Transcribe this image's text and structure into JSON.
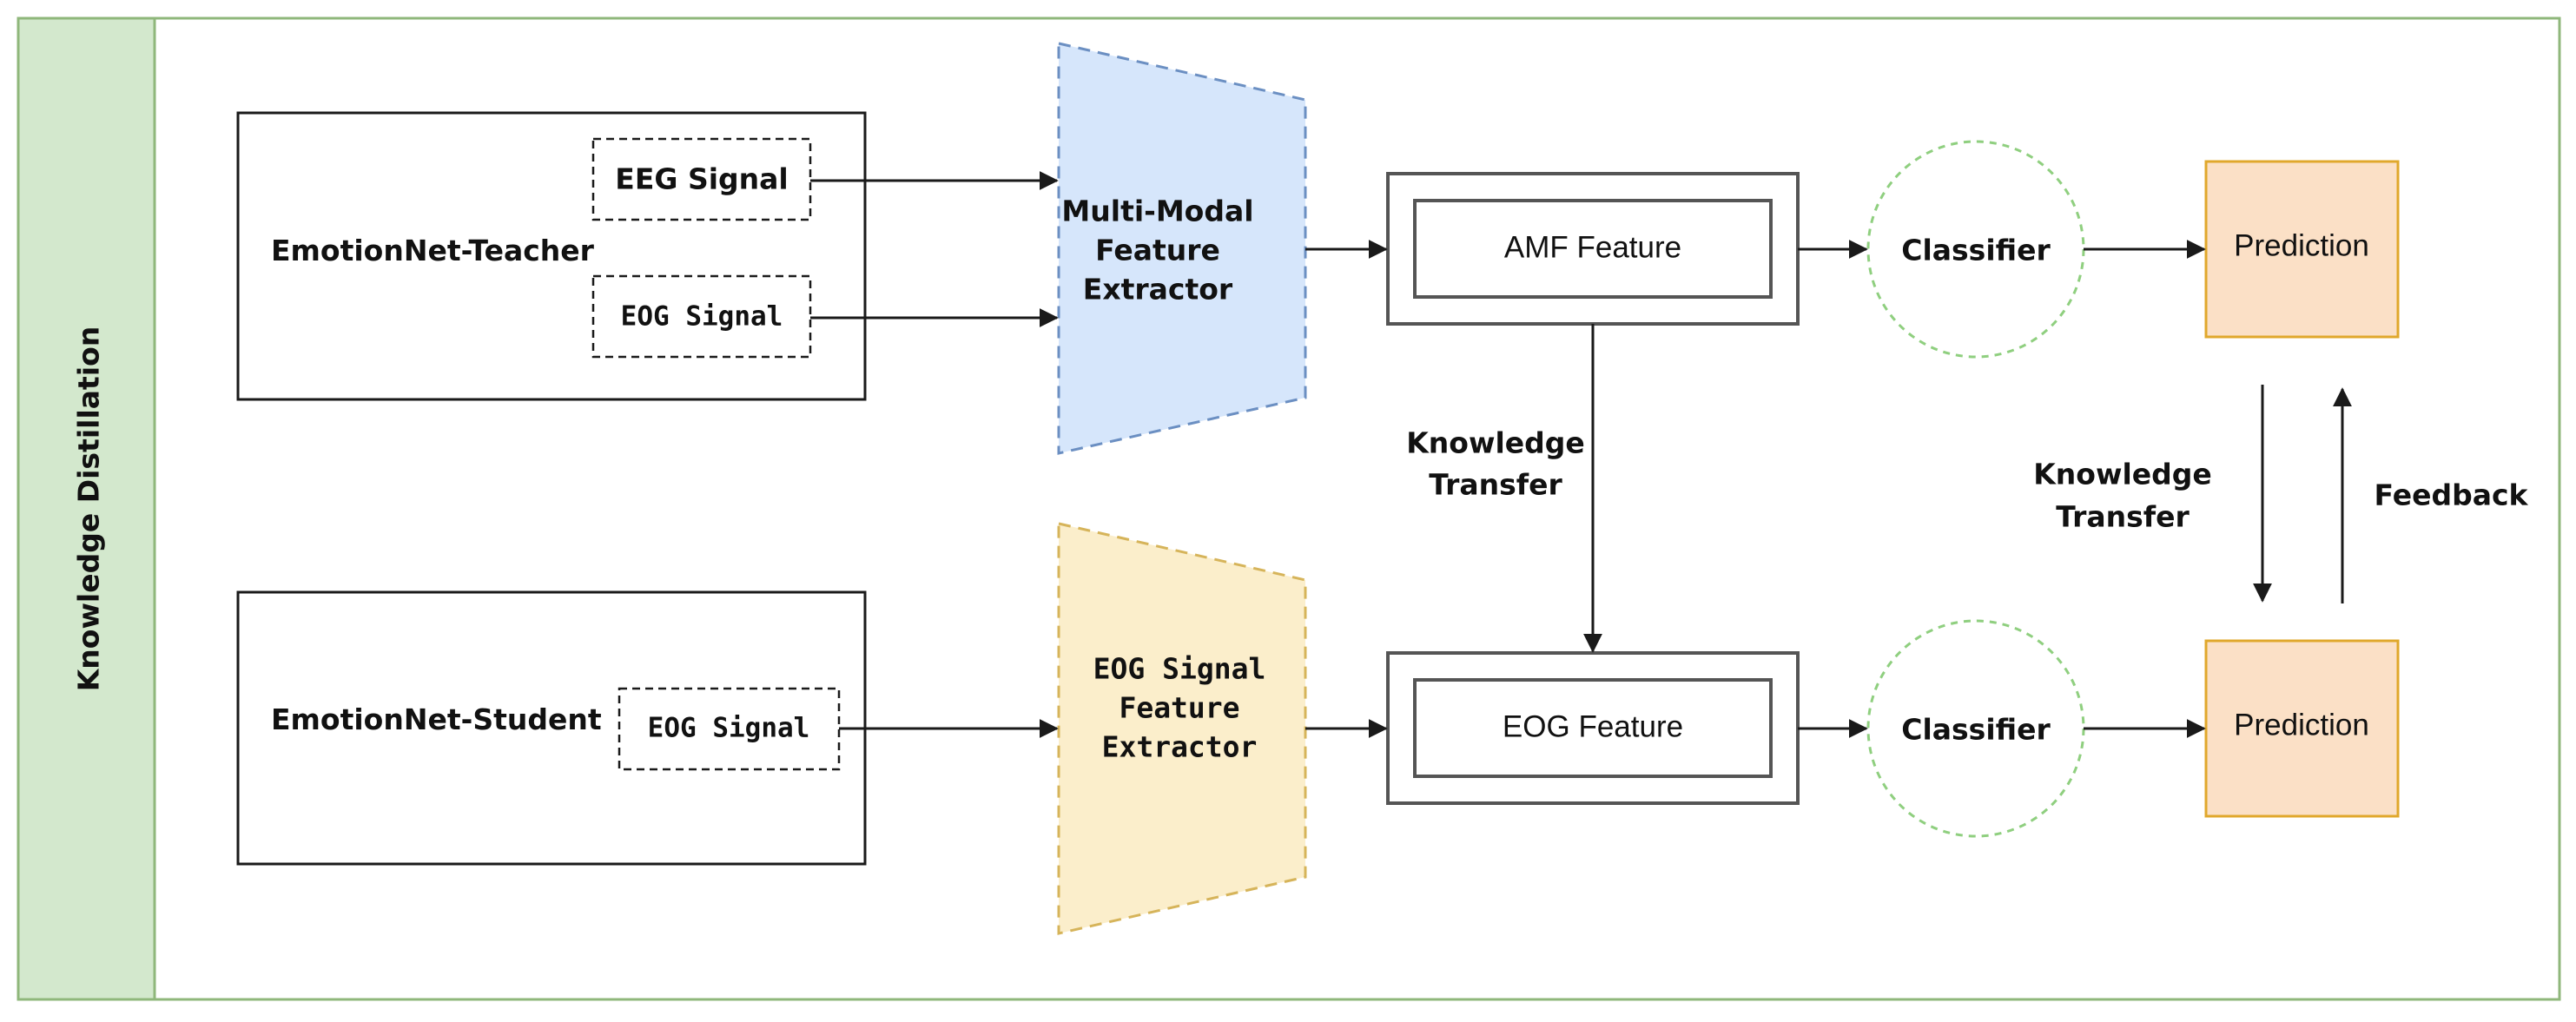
{
  "colors": {
    "frame_border": "#8fb77b",
    "sidebar_fill": "#d3e8cd",
    "teacher_extractor_fill": "#d6e6fb",
    "teacher_extractor_border": "#6b8fc2",
    "student_extractor_fill": "#fbeecb",
    "student_extractor_border": "#d6b45a",
    "prediction_fill": "#fbe0c6",
    "prediction_border": "#e0a82c",
    "classifier_border": "#8fcf7f",
    "line": "#1a1a1a"
  },
  "sidebar": {
    "label": "Knowledge Distillation"
  },
  "teacher": {
    "title": "EmotionNet-Teacher",
    "signals": [
      "EEG Signal",
      "EOG Signal"
    ],
    "extractor_lines": [
      "Multi-Modal",
      "Feature",
      "Extractor"
    ],
    "feature": "AMF Feature",
    "classifier": "Classifier",
    "prediction": "Prediction"
  },
  "student": {
    "title": "EmotionNet-Student",
    "signal": "EOG Signal",
    "extractor_lines": [
      "EOG Signal",
      "Feature",
      "Extractor"
    ],
    "feature": "EOG Feature",
    "classifier": "Classifier",
    "prediction": "Prediction"
  },
  "links": {
    "feature_transfer_lines": [
      "Knowledge",
      "Transfer"
    ],
    "prediction_transfer_lines": [
      "Knowledge",
      "Transfer"
    ],
    "feedback": "Feedback"
  }
}
